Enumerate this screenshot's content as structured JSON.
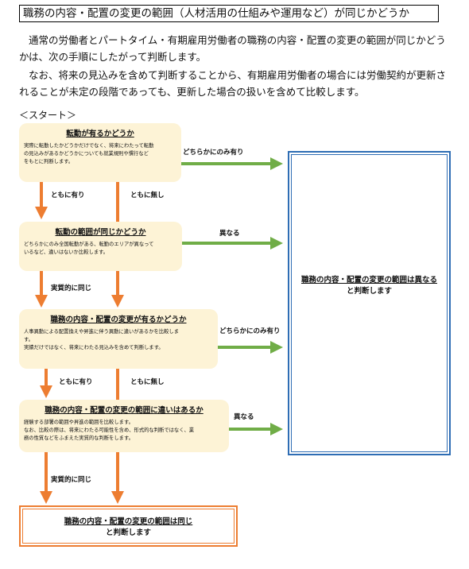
{
  "title": "職務の内容・配置の変更の範囲（人材活用の仕組みや運用など）が同じかどうか",
  "paragraphs": [
    "通常の労働者とパートタイム・有期雇用労働者の職務の内容・配置の変更の範囲が同じかどうかは、次の手順にしたがって判断します。",
    "なお、将来の見込みを含めて判断することから、有期雇用労働者の場合には労働契約が更新されることが未定の段階であっても、更新した場合の扱いを含めて比較します。"
  ],
  "start_label": "＜スタート＞",
  "steps": [
    {
      "title": "転勤が有るかどうか",
      "lines": [
        "実際に転勤したかどうかだけでなく、将来にわたって転勤",
        "の見込みがあるかどうかについても就業規則や慣行など",
        "をもとに判断します。"
      ]
    },
    {
      "title": "転勤の範囲が同じかどうか",
      "lines": [
        "どちらかにのみ全国転勤がある、転勤のエリアが異なって",
        "いるなど、違いはないか比較します。"
      ]
    },
    {
      "title": "職務の内容・配置の変更が有るかどうか",
      "lines": [
        "人事異動による配置換えや昇進に伴う異動に違いがあるかを比較しま",
        "す。",
        "実績だけではなく、将来にわたる見込みを含めて判断します。"
      ]
    },
    {
      "title": "職務の内容・配置の変更の範囲に違いはあるか",
      "lines": [
        "経験する部署の範囲や昇進の範囲を比較します。",
        "なお、比較の際は、将来にわたる可能性を含め、形式的な判断ではなく、業",
        "務の性質などをふまえた実質的な判断をします。"
      ]
    }
  ],
  "labels": {
    "step1_right": "どちらかにのみ有り",
    "step1_down_left": "ともに有り",
    "step1_down_right": "ともに無し",
    "step2_right": "異なる",
    "step2_down": "実質的に同じ",
    "step3_right": "どちらかにのみ有り",
    "step3_down_left": "ともに有り",
    "step3_down_right": "ともに無し",
    "step4_right": "異なる",
    "step4_down": "実質的に同じ"
  },
  "result_different": {
    "line1": "職務の内容・配置の変更の範囲は異なる",
    "line2": "と判断します"
  },
  "result_same": {
    "line1": "職務の内容・配置の変更の範囲は同じ",
    "line2": "と判断します"
  },
  "colors": {
    "orange_arrow": "#ed7d31",
    "green_arrow": "#70ad47",
    "blue_border": "#2e6db4",
    "box_fill": "#fdf3d6"
  }
}
